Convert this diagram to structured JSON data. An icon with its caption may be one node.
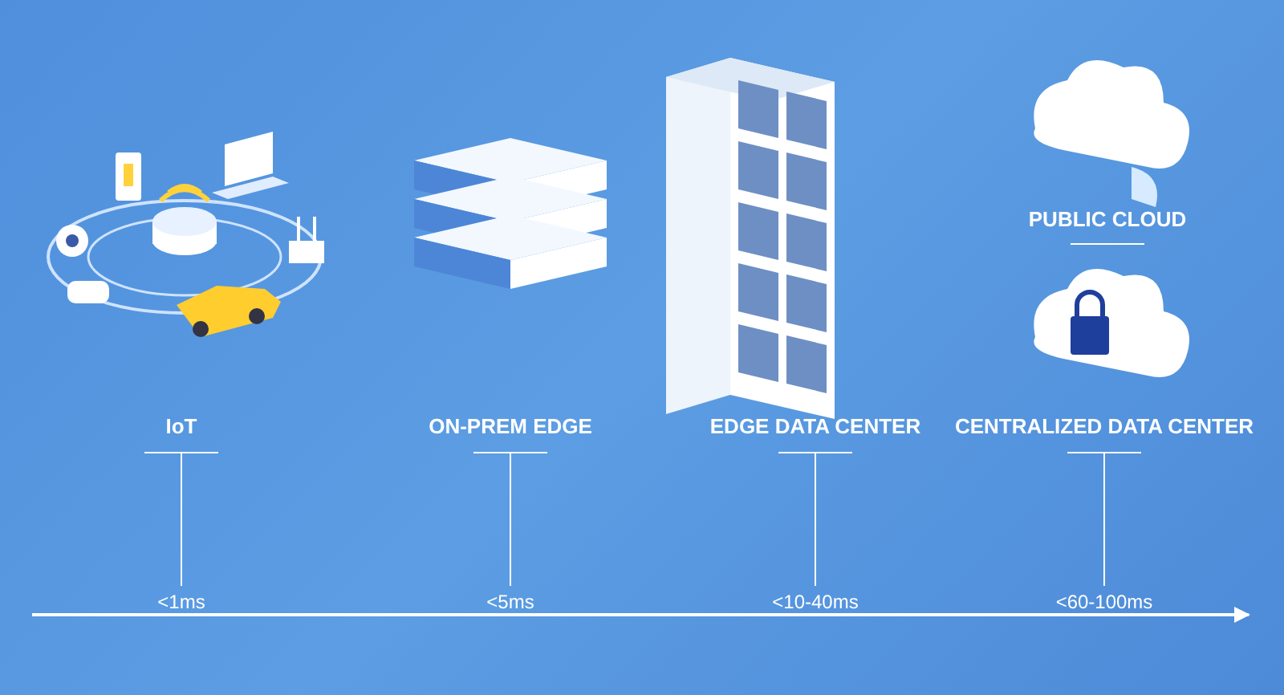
{
  "diagram": {
    "labels": [
      "PUBLIC CLOUD",
      "IoT",
      "ON-PREM EDGE",
      "EDGE DATA CENTER",
      "CENTRALIZED DATA CENTER",
      "<1ms",
      "<5ms",
      "<10-40ms",
      "<60-100ms"
    ]
  }
}
